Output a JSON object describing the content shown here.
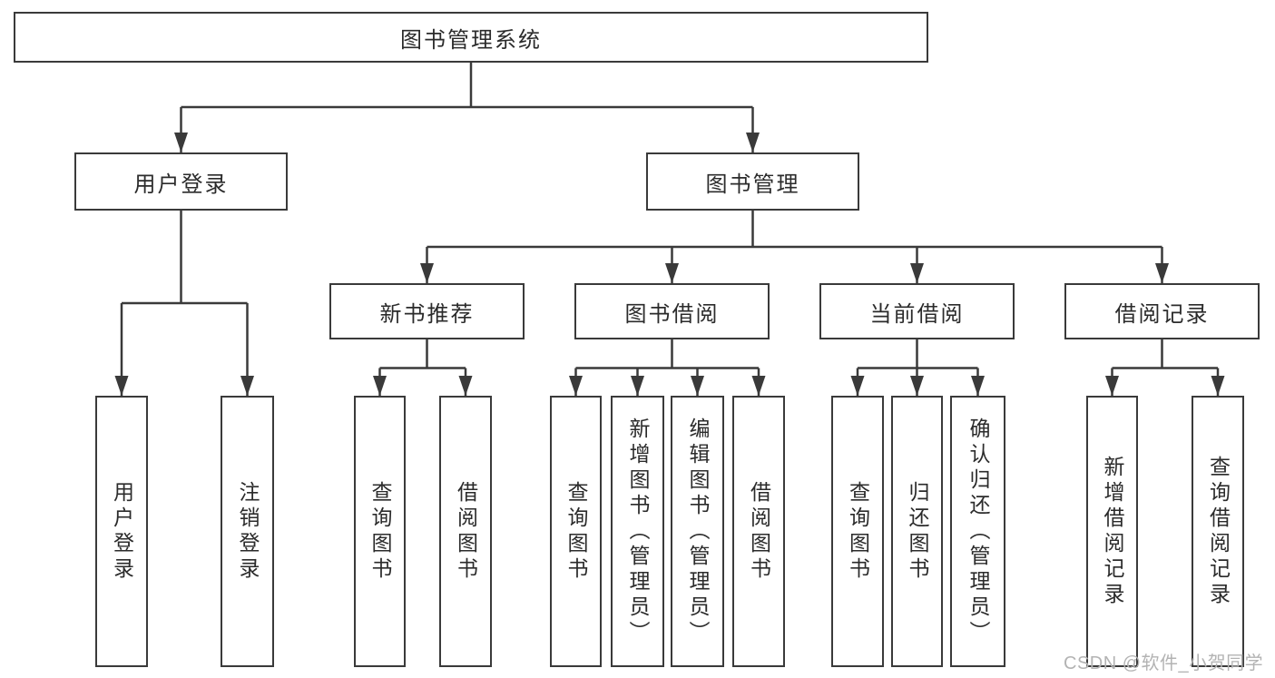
{
  "tree": {
    "root": {
      "label": "图书管理系统"
    },
    "branches": [
      {
        "label": "用户登录",
        "leaves": [
          {
            "label": "用户登录"
          },
          {
            "label": "注销登录"
          }
        ]
      },
      {
        "label": "图书管理",
        "groups": [
          {
            "label": "新书推荐",
            "leaves": [
              {
                "label": "查询图书"
              },
              {
                "label": "借阅图书"
              }
            ]
          },
          {
            "label": "图书借阅",
            "leaves": [
              {
                "label": "查询图书"
              },
              {
                "label": "新增图书（管理员）"
              },
              {
                "label": "编辑图书（管理员）"
              },
              {
                "label": "借阅图书"
              }
            ]
          },
          {
            "label": "当前借阅",
            "leaves": [
              {
                "label": "查询图书"
              },
              {
                "label": "归还图书"
              },
              {
                "label": "确认归还（管理员）"
              }
            ]
          },
          {
            "label": "借阅记录",
            "leaves": [
              {
                "label": "新增借阅记录"
              },
              {
                "label": "查询借阅记录"
              }
            ]
          }
        ]
      }
    ]
  },
  "watermark": {
    "text": "CSDN @软件_小贺同学"
  },
  "colors": {
    "line": "#3a3a3a",
    "text": "#2b2b2b",
    "background": "#ffffff",
    "watermark": "#b3b3b3"
  }
}
